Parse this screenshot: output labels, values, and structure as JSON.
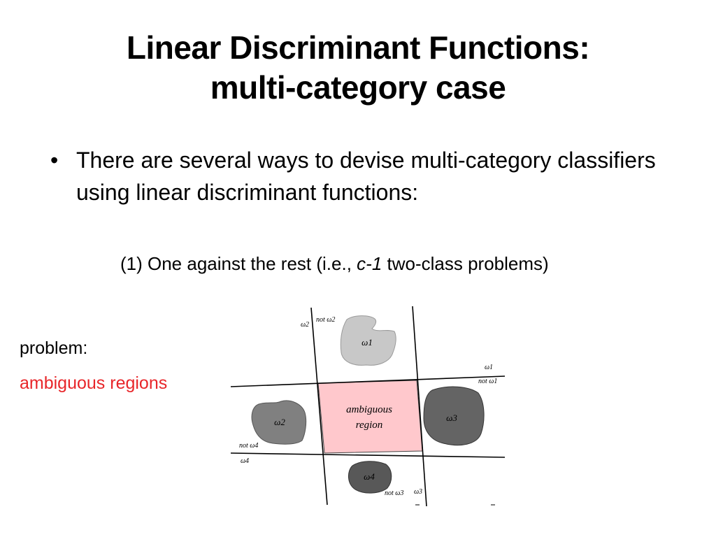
{
  "slide": {
    "title_line1": "Linear Discriminant Functions:",
    "title_line2": "multi-category case",
    "bullet_char": "•",
    "bullet_text": "There are several ways to devise multi-category classifiers using linear discriminant functions:",
    "method": {
      "prefix": "(1) One against the rest (i.e., ",
      "c_var": "c",
      "minus_one": "-1",
      "suffix": " two-class problems)"
    },
    "problem_label": "problem:",
    "ambiguous_label": "ambiguous regions"
  },
  "diagram": {
    "region_label_line1": "ambiguous",
    "region_label_line2": "region",
    "classes": {
      "w1": "ω1",
      "w2": "ω2",
      "w3": "ω3",
      "w4": "ω4"
    },
    "boundary_labels": {
      "top_w2": "ω2",
      "top_not_w2": "not ω2",
      "right_w1": "ω1",
      "right_not_w1": "not ω1",
      "left_not_w4": "not ω4",
      "left_w4": "ω4",
      "bottom_not_w3": "not ω3",
      "bottom_w3": "ω3"
    },
    "colors": {
      "ambiguous_fill": "#ffc8cc",
      "w1_fill": "#c8c8c8",
      "w2_fill": "#808080",
      "w3_fill": "#646464",
      "w4_fill": "#585858",
      "highlight": "#e8262a"
    }
  }
}
